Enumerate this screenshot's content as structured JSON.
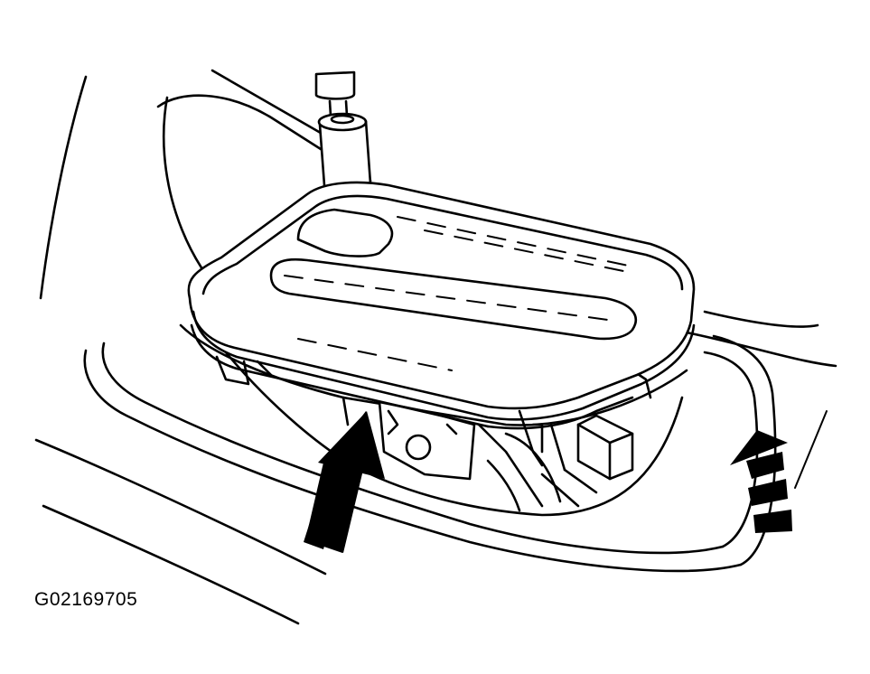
{
  "figure": {
    "id_label": "G02169705"
  },
  "colors": {
    "line": "#000000",
    "background": "#ffffff",
    "arrow_fill": "#000000"
  },
  "icons": {
    "push_arrow": "solid-black-up-arrow",
    "push_arrow_secondary": "dashed-black-up-arrow"
  }
}
